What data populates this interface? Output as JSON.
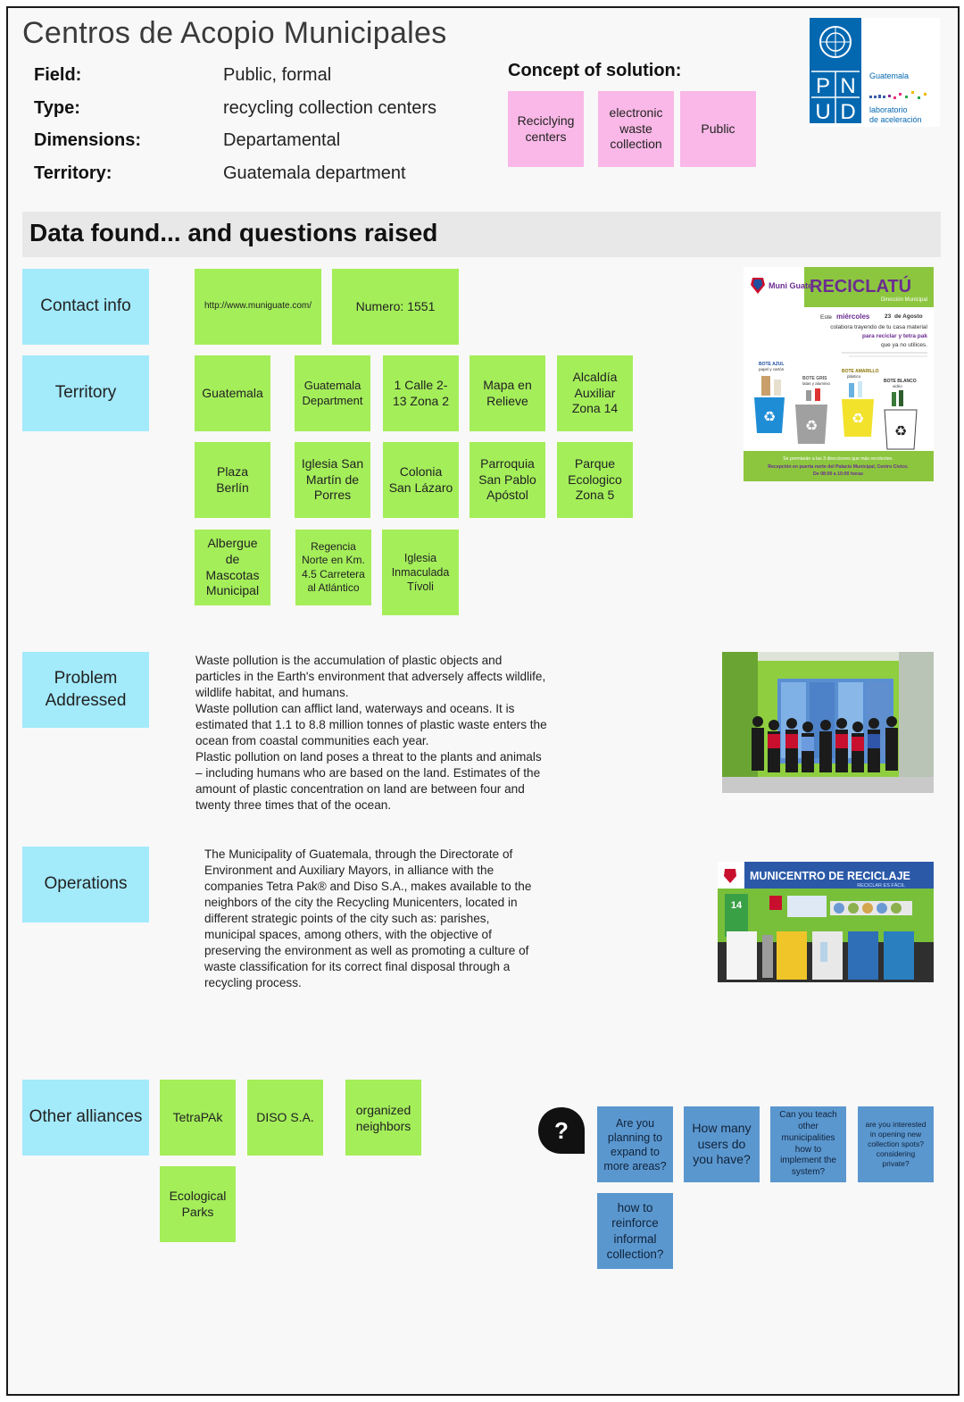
{
  "header": {
    "title": "Centros de Acopio Municipales",
    "meta": [
      {
        "label": "Field:",
        "value": "Public, formal"
      },
      {
        "label": "Type:",
        "value": "recycling collection centers"
      },
      {
        "label": "Dimensions:",
        "value": "Departamental"
      },
      {
        "label": "Territory:",
        "value": "Guatemala department"
      }
    ]
  },
  "concept": {
    "title": "Concept of solution:",
    "notes": [
      "Reciclying centers",
      "electronic waste collection",
      "Public"
    ]
  },
  "logo": {
    "letters": [
      "P",
      "N",
      "U",
      "D"
    ],
    "line1": "Guatemala",
    "line2": "laboratorio",
    "line3": "de aceleración",
    "color": "#0468b1"
  },
  "section": {
    "title": "Data found...  and questions raised"
  },
  "contact": {
    "label": "Contact info",
    "notes": [
      "http://www.muniguate.com/",
      "Numero: 1551"
    ]
  },
  "territory": {
    "label": "Territory",
    "notes": [
      "Guatemala",
      "Guatemala Department",
      "1 Calle 2-13 Zona 2",
      "Mapa en Relieve",
      "Alcaldía Auxiliar Zona 14",
      "Plaza Berlín",
      "Iglesia San Martín de Porres",
      "Colonia San Lázaro",
      "Parroquia San Pablo Apóstol",
      "Parque Ecologico Zona 5",
      "Albergue de Mascotas Municipal",
      "Regencia Norte en Km. 4.5 Carretera al Atlántico",
      "Iglesia Inmaculada Tívoli"
    ]
  },
  "poster": {
    "brand": "Muni Guate",
    "title": "RECICLATÚ",
    "subtitle": "Dirección Municipal",
    "line1a": "Este",
    "line1b": "miércoles",
    "line1c": "23",
    "line1d": "de Agosto",
    "line2": "colabora trayendo de tu casa material",
    "line3": "para reciclar y tetra pak",
    "line4": "que ya no utilices.",
    "bins": [
      {
        "name": "BOTE AZUL",
        "sub": "papel y cartón"
      },
      {
        "name": "BOTE GRIS",
        "sub": "latas y aluminio"
      },
      {
        "name": "BOTE AMARILLO",
        "sub": "plástico"
      },
      {
        "name": "BOTE BLANCO",
        "sub": "vidrio"
      }
    ],
    "footer1": "Se premiarán a las 3 direcciones que más recolecten.",
    "footer2": "Recepción en puerta norte del Palacio Municipal, Centro Cívico.",
    "footer3": "De 08:00 a 10:00 horas"
  },
  "problem": {
    "label": "Problem Addressed",
    "lines": [
      "Waste pollution is the accumulation of plastic objects and",
      "particles in the Earth's environment that adversely affects wildlife,",
      "wildlife habitat, and humans.",
      "Waste pollution can afflict land, waterways and oceans. It is",
      "estimated that 1.1 to 8.8 million tonnes of plastic waste enters the",
      "ocean from coastal communities each year.",
      "Plastic pollution on land poses a threat to the plants and animals",
      "– including humans who are based on the land. Estimates of the",
      "amount of plastic concentration on land are between four and",
      "twenty three times that of the ocean."
    ]
  },
  "operations": {
    "label": "Operations",
    "lines": [
      "The Municipality of Guatemala, through the Directorate of",
      "Environment and Auxiliary Mayors, in alliance with the",
      "companies Tetra Pak® and Diso S.A., makes available to the",
      "neighbors of the city the Recycling Municenters, located in",
      "different strategic points of the city such as: parishes,",
      "municipal spaces, among others, with the objective of",
      "preserving the environment as well as promoting a culture of",
      "waste classification for its correct final disposal through a",
      "recycling process."
    ],
    "sign": "MUNICENTRO DE RECICLAJE",
    "sign_sub": "RECICLAR ES FÁCIL"
  },
  "alliances": {
    "label": "Other alliances",
    "notes": [
      "TetraPAk",
      "DISO S.A.",
      "organized neighbors",
      "Ecological Parks"
    ]
  },
  "questions": {
    "icon_glyph": "?",
    "notes": [
      "Are you planning to expand to more areas?",
      "How many users do you have?",
      "Can you teach other municipalities how to implement  the system?",
      "are you interested in opening new collection spots? considering private?",
      "how to reinforce informal collection?"
    ]
  },
  "colors": {
    "pink": "#f9b8e7",
    "green": "#a4ee5a",
    "cyan": "#a3eafb",
    "blue": "#5b97cf",
    "poster_green": "#8cc63f",
    "poster_purple": "#6b2c91"
  }
}
